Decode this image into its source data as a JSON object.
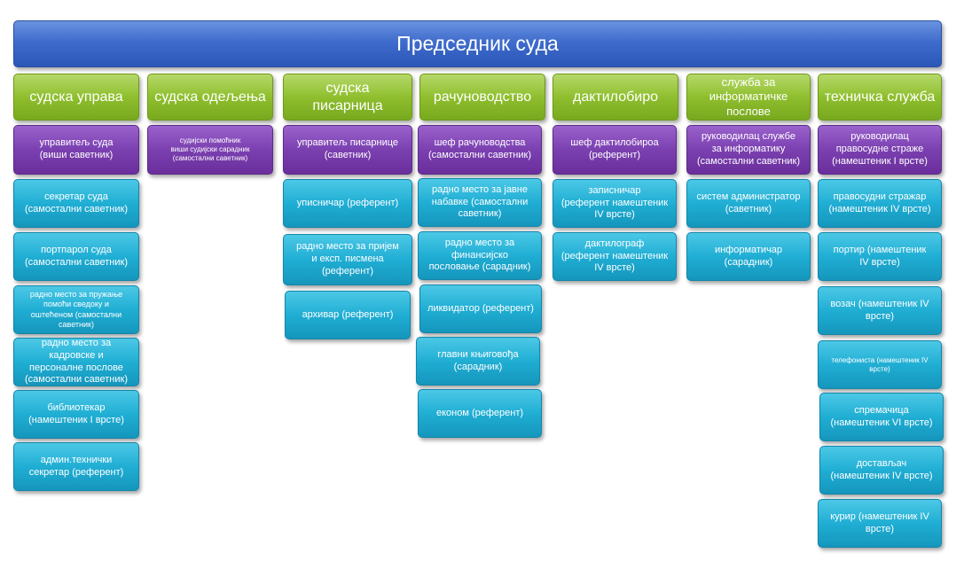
{
  "top": {
    "title": "Председник суда"
  },
  "headers": {
    "c1": "судска управа",
    "c2": "судска одељења",
    "c3": "судска\nписарница",
    "c4": "рачуноводство",
    "c5": "дактилобиро",
    "c6": "служба за\nинформатичке\nпослове",
    "c7": "техничка служба"
  },
  "col1": {
    "b1": "управитељ суда\n(виши саветник)",
    "b2": "секретар суда\n(самостални саветник)",
    "b3": "портпарол суда\n(самостални саветник)",
    "b4": "радно место за пружање\nпомоћи сведоку и\nоштећеном (самостални\nсаветник)",
    "b5": "радно место за\nкадровске и\nперсоналне послове\n(самостални саветник)",
    "b6": "библиотекар\n(намештеник  I врсте)",
    "b7": "админ.технички\nсекретар (референт)"
  },
  "col2": {
    "b1": "судијски помоћник\nвиши судијски сарадник\n(самостални саветник)"
  },
  "col3": {
    "b1": "управитељ писарнице\n(саветник)",
    "b2": "уписничар (референт)",
    "b3": "радно место за пријем\nи експ. писмена\n(референт)",
    "b4": "архивар (референт)"
  },
  "col4": {
    "b1": "шеф рачуноводства\n(самостални саветник)",
    "b2": "радно место за јавне\nнабавке (самостални\nсаветник)",
    "b3": "радно место за\nфинансијско\nпословање (сарадник)",
    "b4": "ликвидатор (референт)",
    "b5": "главни књиговођа\n(сарадник)",
    "b6": "економ (референт)"
  },
  "col5": {
    "b1": "шеф дактилобироа\n(референт)",
    "b2": "записничар\n(референт намештеник\nIV врсте)",
    "b3": "дактилограф\n(референт намештеник\nIV  врсте)"
  },
  "col6": {
    "b1": "руководилац службе\nза информатику\n(самостални саветник)",
    "b2": "систем администратор\n(саветник)",
    "b3": "информатичар\n(сарадник)"
  },
  "col7": {
    "b1": "руководилац\nправосудне  страже\n(намештеник I  врсте)",
    "b2": "правосудни стражар\n(намештеник  IV врсте)",
    "b3": "портир  (намештеник\nIV врсте)",
    "b4": "возач (намештеник IV\nврсте)",
    "b5": "телефониста (намештеник  IV\nврсте)",
    "b6": "спремачица\n(намештеник  VI врсте)",
    "b7": "достављач\n(намештеник  IV врсте)",
    "b8": "курир (намештеник IV\nврсте)"
  },
  "colors": {
    "top": "#3f6ccc",
    "header": "#8fbf2e",
    "lead": "#7b40b0",
    "staff": "#20aed4"
  }
}
